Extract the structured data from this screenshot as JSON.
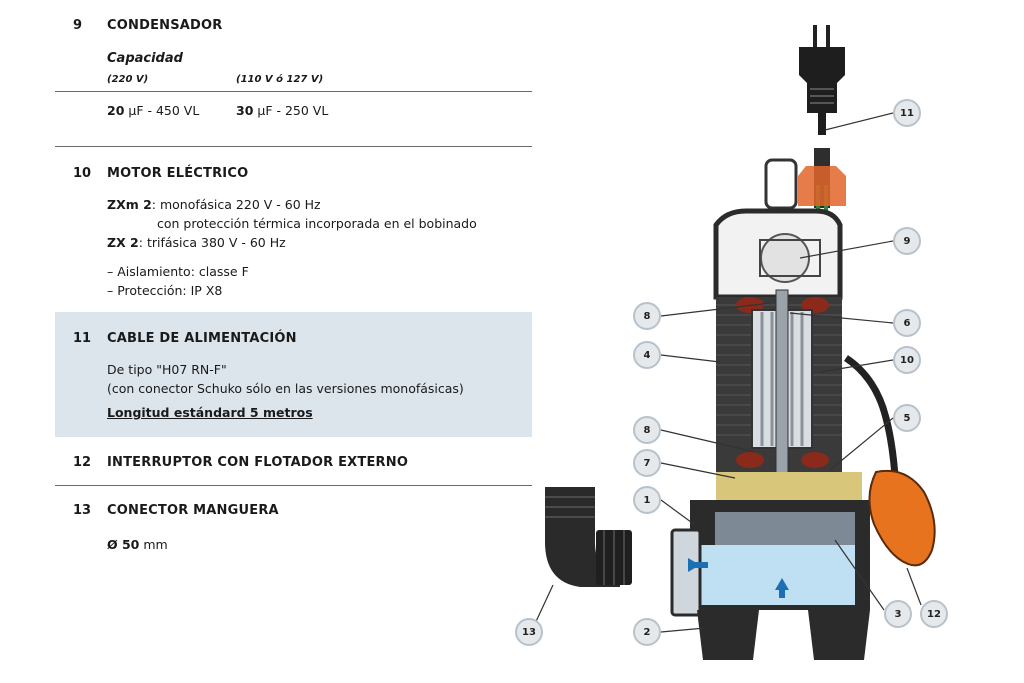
{
  "section9": {
    "num": "9",
    "title": "CONDENSADOR",
    "capacity_label": "Capacidad",
    "col1_label": "(220 V)",
    "col2_label": "(110 V ó 127 V)",
    "col1_value_bold": "20",
    "col1_value_rest": " µF - 450 VL",
    "col2_value_bold": "30",
    "col2_value_rest": " µF - 250 VL"
  },
  "section10": {
    "num": "10",
    "title": "MOTOR ELÉCTRICO",
    "zxm2_label": "ZXm 2",
    "zxm2_line1": ": monofásica 220 V - 60 Hz",
    "zxm2_line2": "con protección térmica incorporada en el bobinado",
    "zx2_label": "ZX 2",
    "zx2_line": ":   trifásica 380 V - 60 Hz",
    "insulation": "– Aislamiento:  classe F",
    "protection": "– Protección: IP X8"
  },
  "section11": {
    "num": "11",
    "title": "CABLE DE ALIMENTACIÓN",
    "line1": "De tipo \"H07 RN-F\"",
    "line2": "(con conector Schuko sólo en las versiones monofásicas)",
    "line3": "Longitud estándard 5 metros"
  },
  "section12": {
    "num": "12",
    "title": "INTERRUPTOR CON FLOTADOR EXTERNO"
  },
  "section13": {
    "num": "13",
    "title": "CONECTOR MANGUERA",
    "value_bold": "Ø 50",
    "value_rest": " mm"
  },
  "callouts": [
    "11",
    "9",
    "8",
    "6",
    "4",
    "10",
    "8",
    "5",
    "7",
    "1",
    "3",
    "12",
    "13",
    "2"
  ],
  "colors": {
    "highlight_box": "#dde5ec",
    "callout_fill": "#e6e9ec",
    "float_orange": "#e8731e",
    "pump_dark": "#2b2b2b",
    "water_blue": "#bfe0f2"
  }
}
